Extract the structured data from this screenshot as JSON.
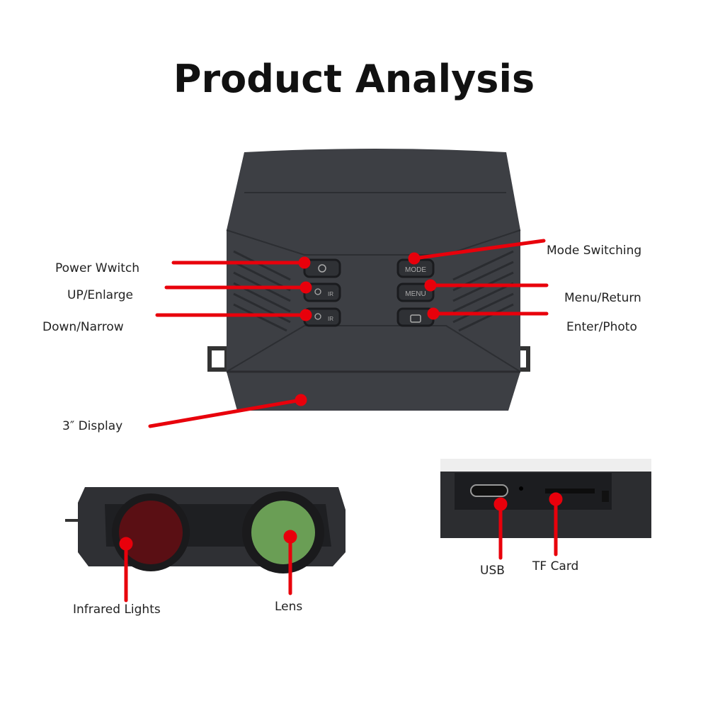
{
  "title": "Product Analysis",
  "labels": {
    "power": "Power Wwitch",
    "up": "UP/Enlarge",
    "down": "Down/Narrow",
    "mode": "Mode Switching",
    "menu": "Menu/Return",
    "enter": "Enter/Photo",
    "display": "3″ Display",
    "infrared": "Infrared Lights",
    "lens": "Lens",
    "usb": "USB",
    "tf": "TF Card"
  },
  "buttons": {
    "mode": "MODE",
    "menu": "MENU",
    "ir": "IR"
  },
  "colors": {
    "callout": "#e8000b",
    "device": "#3d3f44",
    "infrared": "#5a0f14",
    "lens": "#6a9e55"
  }
}
